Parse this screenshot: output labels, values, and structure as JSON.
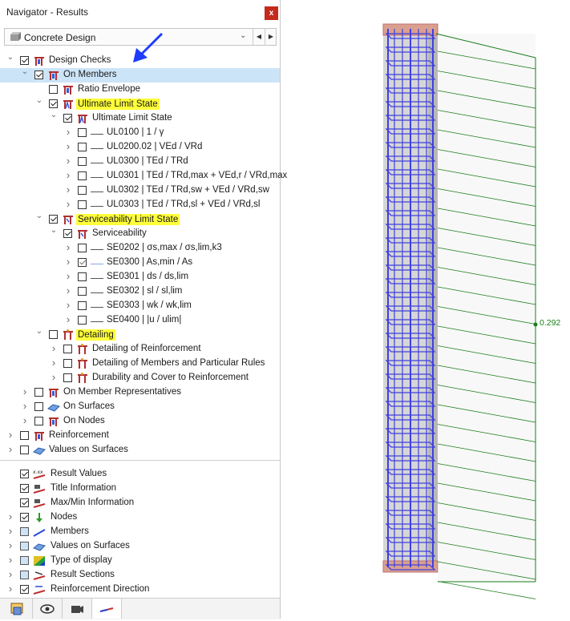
{
  "window": {
    "title": "Navigator - Results",
    "close_label": "x"
  },
  "dropdown": {
    "selected": "Concrete Design"
  },
  "tree": [
    {
      "id": "design-checks",
      "label": "Design Checks",
      "level": 0,
      "expanded": true,
      "checked": true,
      "icon": "design-check-icon"
    },
    {
      "id": "on-members",
      "label": "On Members",
      "level": 1,
      "expanded": true,
      "checked": true,
      "icon": "member-check-icon",
      "selected": true
    },
    {
      "id": "ratio-envelope",
      "label": "Ratio Envelope",
      "level": 2,
      "expanded": null,
      "checked": false,
      "icon": "member-check-icon"
    },
    {
      "id": "uls",
      "label": "Ultimate Limit State",
      "level": 2,
      "expanded": true,
      "checked": true,
      "icon": "uls-icon",
      "highlight": true
    },
    {
      "id": "uls-sub",
      "label": "Ultimate Limit State",
      "level": 3,
      "expanded": true,
      "checked": true,
      "icon": "uls-icon"
    },
    {
      "id": "ul0100",
      "label": "UL0100 | 1 / γ",
      "level": 4,
      "expanded": false,
      "checked": false,
      "icon": "line"
    },
    {
      "id": "ul0200",
      "label": "UL0200.02 | VEd / VRd",
      "level": 4,
      "expanded": false,
      "checked": false,
      "icon": "line"
    },
    {
      "id": "ul0300",
      "label": "UL0300 | TEd / TRd",
      "level": 4,
      "expanded": false,
      "checked": false,
      "icon": "line"
    },
    {
      "id": "ul0301",
      "label": "UL0301 | TEd / TRd,max + VEd,r / VRd,max",
      "level": 4,
      "expanded": false,
      "checked": false,
      "icon": "line"
    },
    {
      "id": "ul0302",
      "label": "UL0302 | TEd / TRd,sw + VEd / VRd,sw",
      "level": 4,
      "expanded": false,
      "checked": false,
      "icon": "line"
    },
    {
      "id": "ul0303",
      "label": "UL0303 | TEd / TRd,sl + VEd / VRd,sl",
      "level": 4,
      "expanded": false,
      "checked": false,
      "icon": "line"
    },
    {
      "id": "sls",
      "label": "Serviceability Limit State",
      "level": 2,
      "expanded": true,
      "checked": true,
      "icon": "sls-icon",
      "highlight": true
    },
    {
      "id": "serviceability",
      "label": "Serviceability",
      "level": 3,
      "expanded": true,
      "checked": true,
      "icon": "sls-icon"
    },
    {
      "id": "se0202",
      "label": "SE0202 | σs,max / σs,lim,k3",
      "level": 4,
      "expanded": false,
      "checked": false,
      "icon": "line"
    },
    {
      "id": "se0300",
      "label": "SE0300 | As,min / As",
      "level": 4,
      "expanded": false,
      "checked": true,
      "grey": true,
      "icon": "line-blue"
    },
    {
      "id": "se0301",
      "label": "SE0301 | ds / ds,lim",
      "level": 4,
      "expanded": false,
      "checked": false,
      "icon": "line"
    },
    {
      "id": "se0302",
      "label": "SE0302 | sl / sl,lim",
      "level": 4,
      "expanded": false,
      "checked": false,
      "icon": "line"
    },
    {
      "id": "se0303",
      "label": "SE0303 | wk / wk,lim",
      "level": 4,
      "expanded": false,
      "checked": false,
      "icon": "line"
    },
    {
      "id": "se0400",
      "label": "SE0400 | |u / ulim|",
      "level": 4,
      "expanded": false,
      "checked": false,
      "icon": "line"
    },
    {
      "id": "detailing",
      "label": "Detailing",
      "level": 2,
      "expanded": true,
      "checked": false,
      "icon": "detailing-icon",
      "highlight": true
    },
    {
      "id": "det-reinf",
      "label": "Detailing of Reinforcement",
      "level": 3,
      "expanded": false,
      "checked": false,
      "icon": "detailing-icon"
    },
    {
      "id": "det-members",
      "label": "Detailing of Members and Particular Rules",
      "level": 3,
      "expanded": false,
      "checked": false,
      "icon": "detailing-icon"
    },
    {
      "id": "durability",
      "label": "Durability and Cover to Reinforcement",
      "level": 3,
      "expanded": false,
      "checked": false,
      "icon": "detailing-icon"
    },
    {
      "id": "on-member-reps",
      "label": "On Member Representatives",
      "level": 1,
      "expanded": false,
      "checked": false,
      "icon": "member-check-icon"
    },
    {
      "id": "on-surfaces",
      "label": "On Surfaces",
      "level": 1,
      "expanded": false,
      "checked": false,
      "icon": "surface-icon"
    },
    {
      "id": "on-nodes",
      "label": "On Nodes",
      "level": 1,
      "expanded": false,
      "checked": false,
      "icon": "member-check-icon"
    },
    {
      "id": "reinforcement",
      "label": "Reinforcement",
      "level": 0,
      "expanded": false,
      "checked": false,
      "icon": "member-check-icon"
    },
    {
      "id": "values-surfaces",
      "label": "Values on Surfaces",
      "level": 0,
      "expanded": false,
      "checked": false,
      "icon": "surface-icon"
    }
  ],
  "display": [
    {
      "id": "result-values",
      "label": "Result Values",
      "checked": true,
      "icon": "result-values-icon"
    },
    {
      "id": "title-info",
      "label": "Title Information",
      "checked": true,
      "icon": "title-info-icon"
    },
    {
      "id": "maxmin-info",
      "label": "Max/Min Information",
      "checked": true,
      "icon": "maxmin-icon"
    },
    {
      "id": "nodes",
      "label": "Nodes",
      "checked": true,
      "icon": "nodes-icon",
      "expandable": true
    },
    {
      "id": "members",
      "label": "Members",
      "checked": false,
      "partial": true,
      "icon": "members-icon",
      "expandable": true
    },
    {
      "id": "values-on-surfaces",
      "label": "Values on Surfaces",
      "checked": false,
      "partial": true,
      "icon": "values-surfaces-icon",
      "expandable": true
    },
    {
      "id": "type-of-display",
      "label": "Type of display",
      "checked": false,
      "partial": true,
      "icon": "type-display-icon",
      "expandable": true
    },
    {
      "id": "result-sections",
      "label": "Result Sections",
      "checked": false,
      "partial": true,
      "icon": "result-sections-icon",
      "expandable": true
    },
    {
      "id": "reinf-direction",
      "label": "Reinforcement Direction",
      "checked": true,
      "icon": "reinf-direction-icon",
      "expandable": true
    }
  ],
  "bottom_tabs": [
    "data-tab-icon",
    "views-tab-icon",
    "camera-tab-icon",
    "results-tab-icon"
  ],
  "viewport": {
    "result_value": "0.292"
  },
  "colors": {
    "highlight": "#ffff3a",
    "selection": "#cce4f7",
    "rebar": "#4040e0",
    "diagram": "#1a7d1a",
    "arrow": "#1e3cff"
  }
}
